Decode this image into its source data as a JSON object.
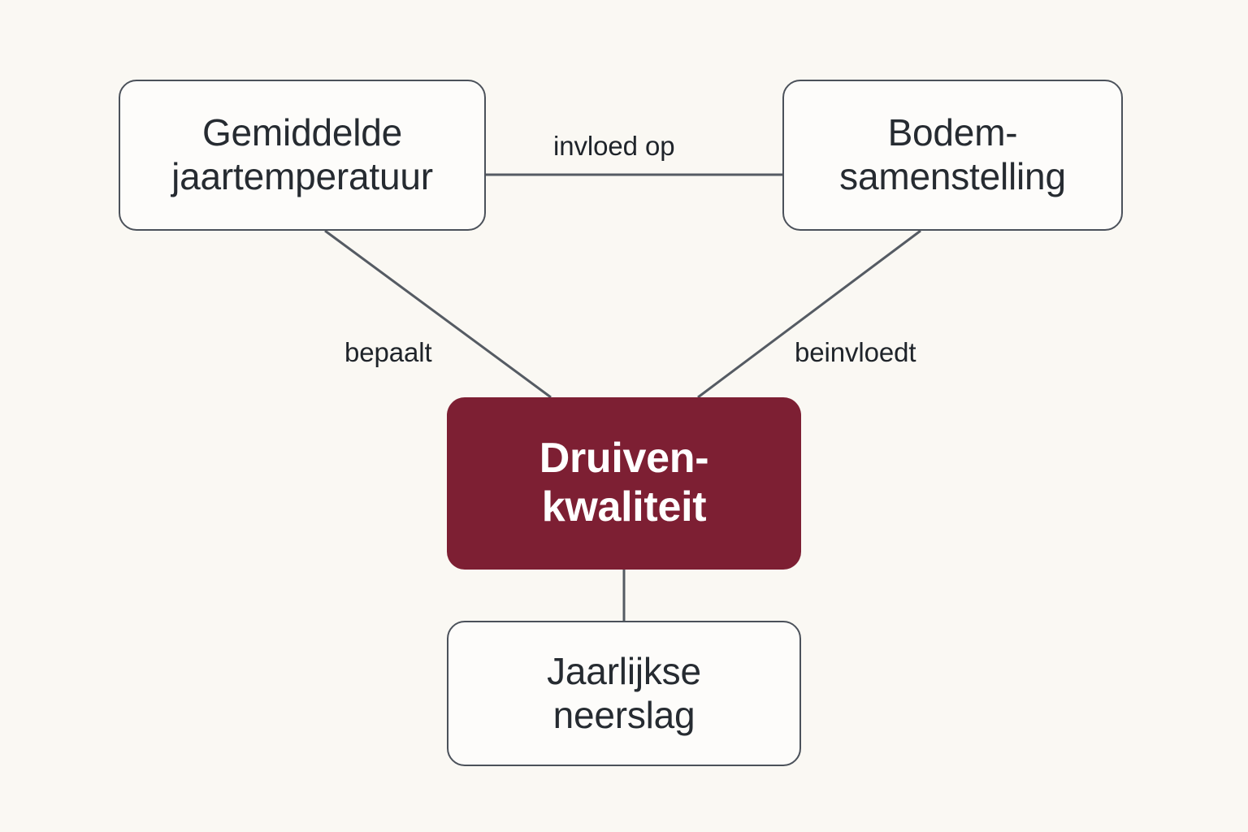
{
  "diagram": {
    "title": "Druivenkwaliteit concept map",
    "background_color": "#faf8f3",
    "accent_color": "#7d1f33",
    "node_border_color": "#4b515a",
    "node_fill_color": "#fdfcfa",
    "text_color": "#262b31",
    "edge_color": "#555b63",
    "type": "concept-map",
    "nodes": [
      {
        "id": "temperature",
        "label": "Gemiddelde\njaartemperatuur",
        "style": "plain"
      },
      {
        "id": "soil",
        "label": "Bodem-\nsamenstelling",
        "style": "plain"
      },
      {
        "id": "quality",
        "label": "Druiven-\nkwaliteit",
        "style": "accent"
      },
      {
        "id": "rain",
        "label": "Jaarlijkse\nneerslag",
        "style": "plain"
      }
    ],
    "edges": [
      {
        "id": "temperature-soil",
        "from": "temperature",
        "to": "soil",
        "label": "invloed op"
      },
      {
        "id": "temperature-quality",
        "from": "temperature",
        "to": "quality",
        "label": "bepaalt"
      },
      {
        "id": "soil-quality",
        "from": "soil",
        "to": "quality",
        "label": "beinvloedt"
      },
      {
        "id": "quality-rain",
        "from": "quality",
        "to": "rain",
        "label": ""
      }
    ]
  }
}
